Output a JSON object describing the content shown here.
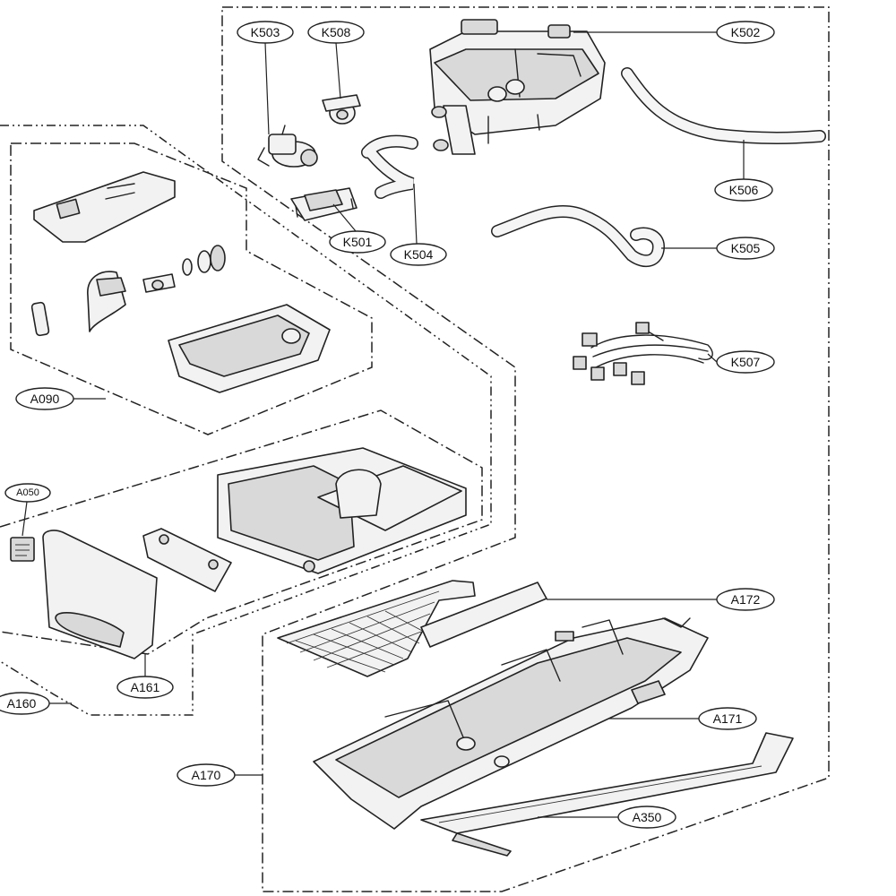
{
  "labels": {
    "K503": "K503",
    "K508": "K508",
    "K502": "K502",
    "K506": "K506",
    "K501": "K501",
    "K504": "K504",
    "K505": "K505",
    "K507": "K507",
    "A090": "A090",
    "A050": "A050",
    "A172": "A172",
    "A171": "A171",
    "A161": "A161",
    "A160": "A160",
    "A170": "A170",
    "A350": "A350"
  }
}
